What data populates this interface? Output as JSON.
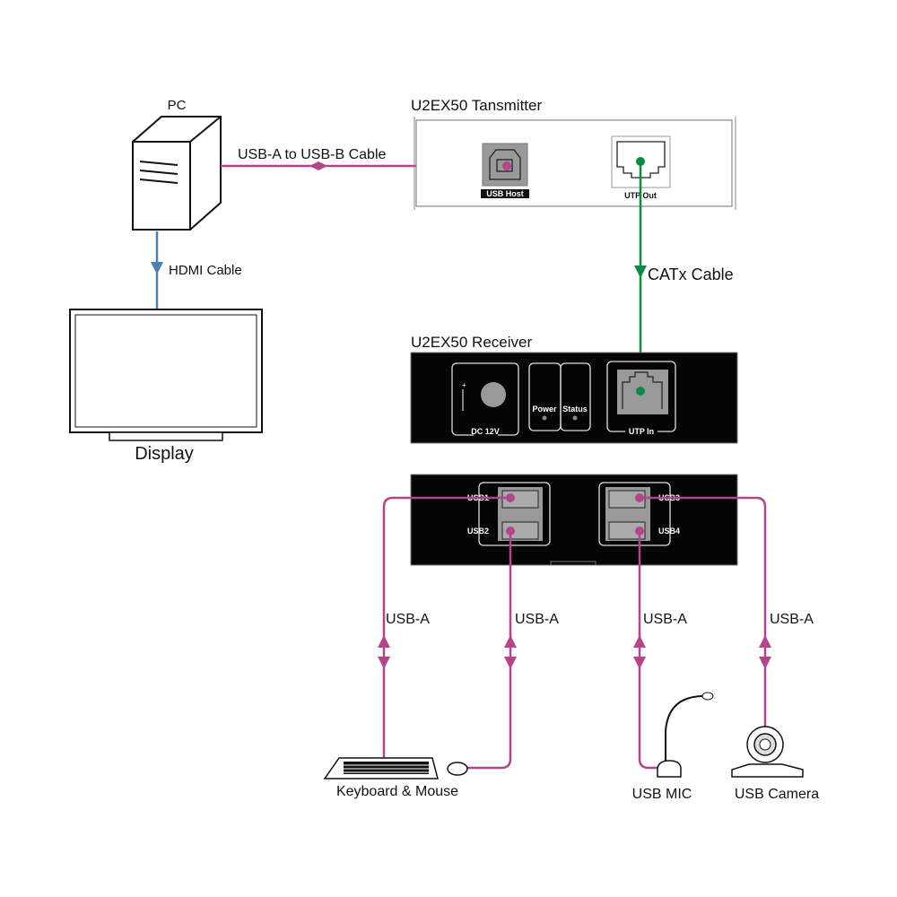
{
  "pc": {
    "label": "PC"
  },
  "display": {
    "label": "Display"
  },
  "cables": {
    "usb_ab": "USB-A to USB-B Cable",
    "hdmi": "HDMI  Cable",
    "catx": "CATx Cable",
    "usb_a_1": "USB-A",
    "usb_a_2": "USB-A",
    "usb_a_3": "USB-A",
    "usb_a_4": "USB-A"
  },
  "transmitter": {
    "title": "U2EX50  Tansmitter",
    "usb_host": "USB Host",
    "utp_out": "UTP Out"
  },
  "receiver": {
    "title": "U2EX50  Receiver",
    "dc": "DC 12V",
    "power": "Power",
    "status": "Status",
    "utp_in": "UTP In",
    "usb1": "USB1",
    "usb2": "USB2",
    "usb3": "USB3",
    "usb4": "USB4"
  },
  "devices": {
    "keyboard_mouse": "Keyboard & Mouse",
    "mic": "USB MIC",
    "camera": "USB Camera"
  },
  "colors": {
    "usb": "#b4448c",
    "catx": "#0b8c45",
    "hdmi": "#4a80b8"
  }
}
